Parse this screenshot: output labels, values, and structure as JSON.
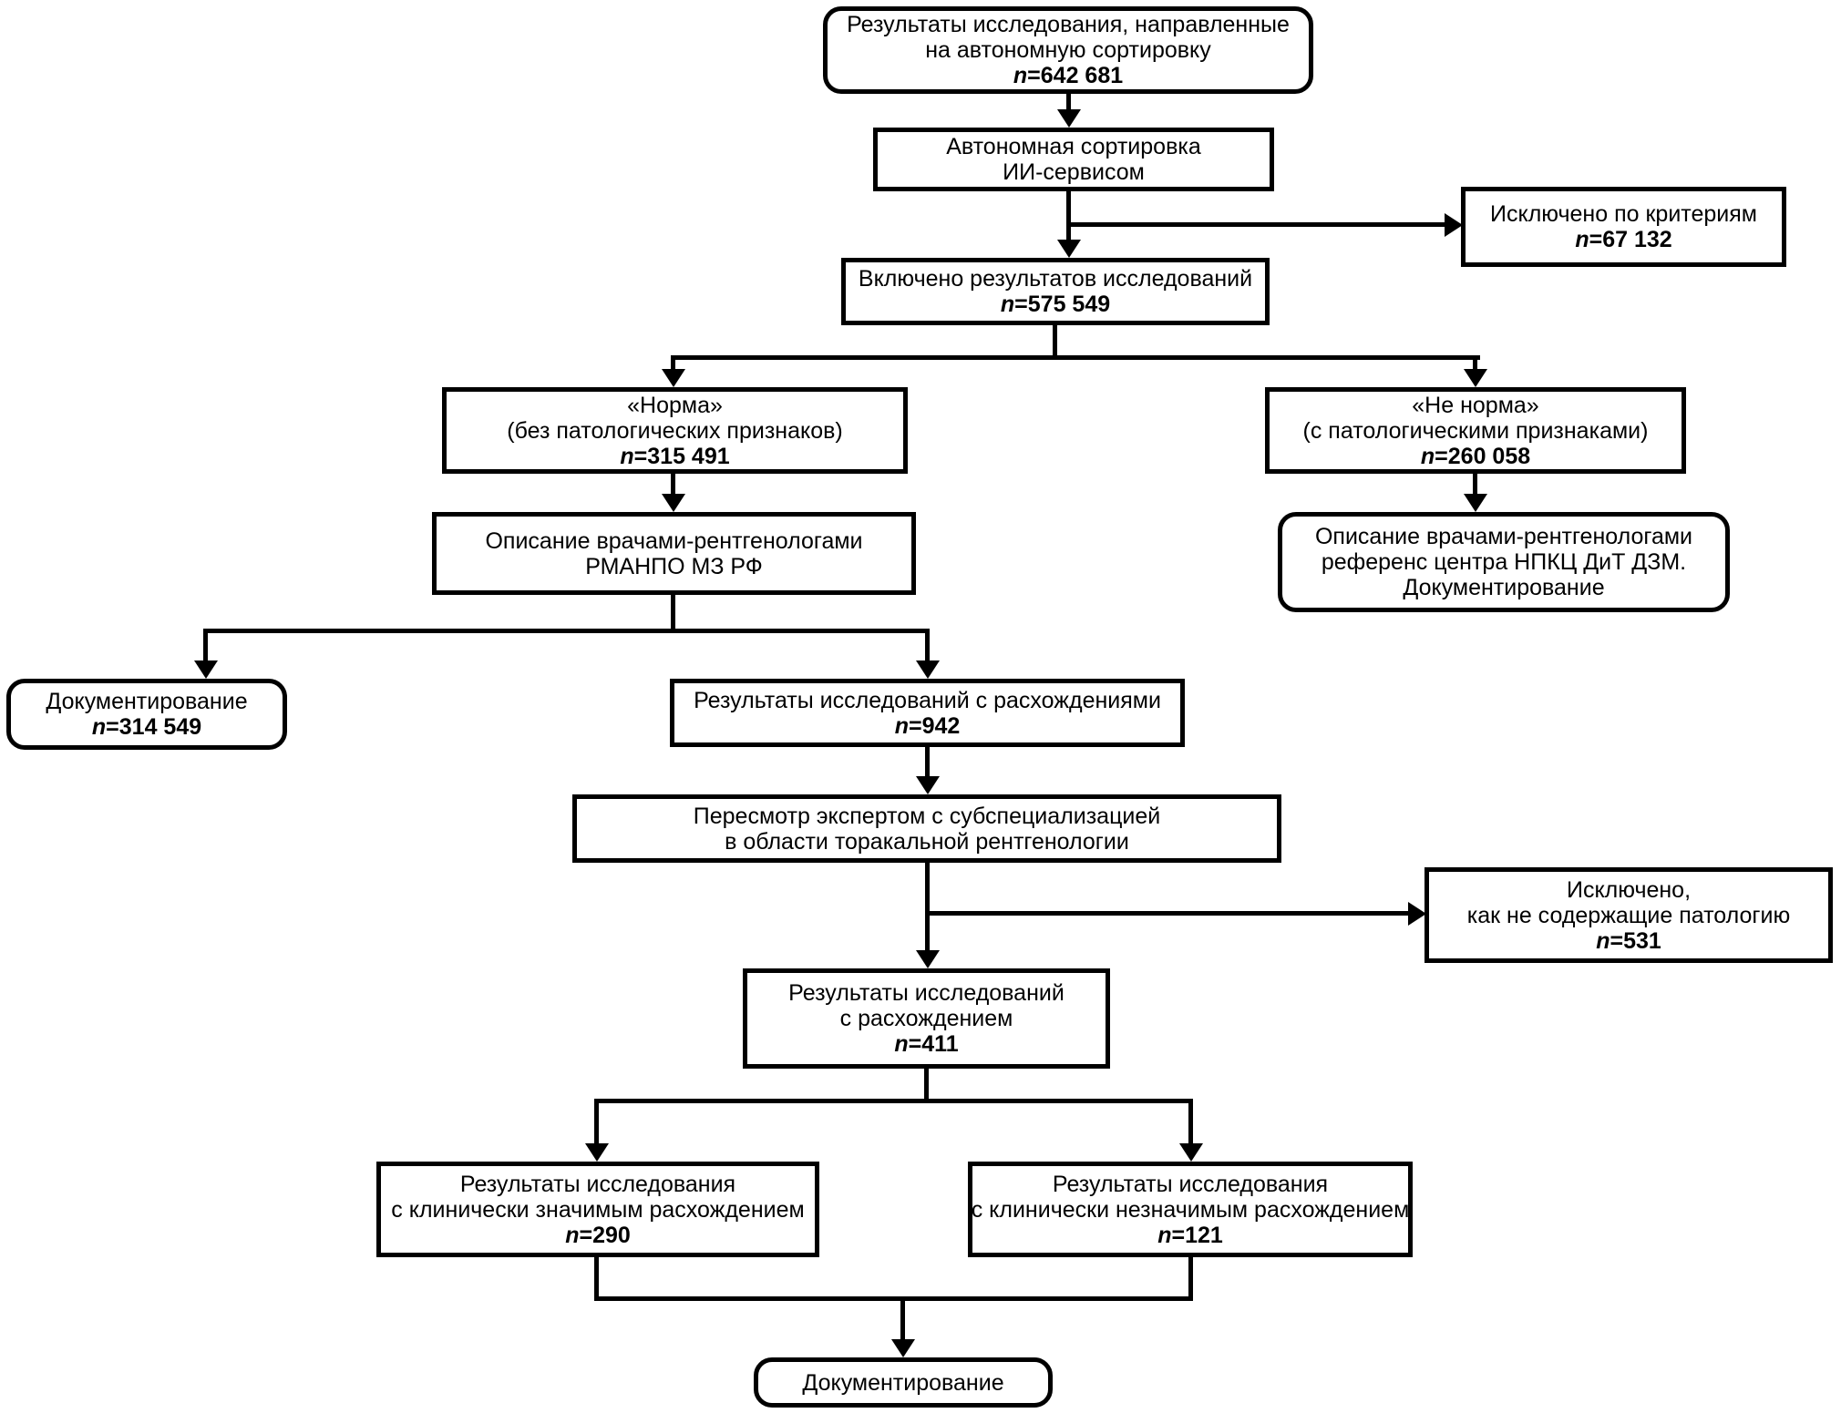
{
  "nodes": {
    "start": {
      "lines": [
        "Результаты исследования, направленные",
        "на автономную сортировку"
      ],
      "n": "n=642 681"
    },
    "ai_sorting": {
      "lines": [
        "Автономная сортировка",
        "ИИ-сервисом"
      ]
    },
    "excluded_criteria": {
      "lines": [
        "Исключено по критериям"
      ],
      "n": "n=67 132"
    },
    "included": {
      "lines": [
        "Включено результатов исследований"
      ],
      "n": "n=575 549"
    },
    "norm": {
      "lines": [
        "«Норма»",
        "(без патологических признаков)"
      ],
      "n": "n=315 491"
    },
    "not_norm": {
      "lines": [
        "«Не норма»",
        "(с патологическими признаками)"
      ],
      "n": "n=260 058"
    },
    "desc_rmanpo": {
      "lines": [
        "Описание врачами-рентгенологами",
        "РМАНПО МЗ РФ"
      ]
    },
    "desc_reference": {
      "lines": [
        "Описание врачами-рентгенологами",
        "референс центра НПКЦ ДиТ ДЗМ.",
        "Документирование"
      ]
    },
    "doc_first": {
      "lines": [
        "Документирование"
      ],
      "n": "n=314 549"
    },
    "discrepancies": {
      "lines": [
        "Результаты исследований с расхождениями"
      ],
      "n": "n=942"
    },
    "expert_review": {
      "lines": [
        "Пересмотр экспертом с субспециализацией",
        "в области торакальной рентгенологии"
      ]
    },
    "excluded_no_path": {
      "lines": [
        "Исключено,",
        "как не содержащие патологию"
      ],
      "n": "n=531"
    },
    "discrepancy_411": {
      "lines": [
        "Результаты исследований",
        "с расхождением"
      ],
      "n": "n=411"
    },
    "significant": {
      "lines": [
        "Результаты исследования",
        "с клинически значимым расхождением"
      ],
      "n": "n=290"
    },
    "insignificant": {
      "lines": [
        "Результаты исследования",
        "с клинически незначимым расхождением"
      ],
      "n": "n=121"
    },
    "doc_final": {
      "lines": [
        "Документирование"
      ]
    }
  },
  "colors": {
    "line": "#000000",
    "box_bg": "#ffffff",
    "text": "#000000"
  }
}
